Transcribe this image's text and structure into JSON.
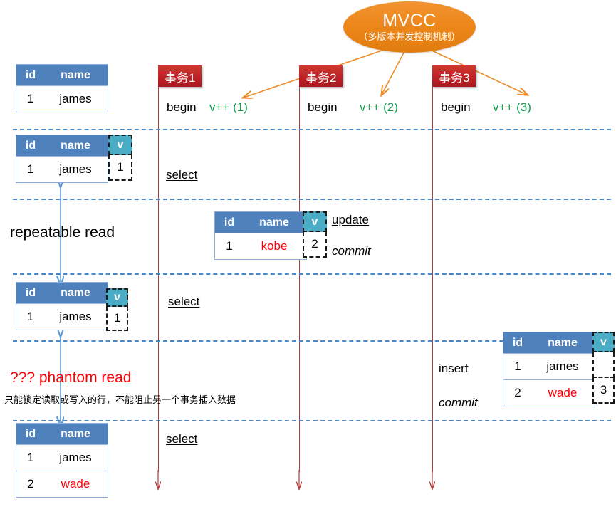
{
  "concept": {
    "title": "MVCC",
    "subtitle": "（多版本并发控制机制）",
    "color": "#ec8518"
  },
  "transactions": [
    {
      "chip": "事务1",
      "begin": "begin",
      "version_note": "v++ (1)"
    },
    {
      "chip": "事务2",
      "begin": "begin",
      "version_note": "v++ (2)"
    },
    {
      "chip": "事务3",
      "begin": "begin",
      "version_note": "v++ (3)"
    }
  ],
  "statements": {
    "t1_select_1": "select",
    "t1_select_2": "select",
    "t1_select_3": "select",
    "t2_update": "update",
    "t2_commit": "commit",
    "t3_insert": "insert",
    "t3_commit": "commit"
  },
  "annotations": {
    "repeatable_read": "repeatable read",
    "phantom_read": "??? phantom read",
    "phantom_note": "只能锁定读取或写入的行，不能阻止另一个事务插入数据",
    "phantom_color": "#fb0007"
  },
  "columns": {
    "id": "id",
    "name": "name",
    "v": "v"
  },
  "tables": [
    {
      "key": "t_initial",
      "has_v": false,
      "rows": [
        {
          "id": "1",
          "name": "james",
          "name_red": false,
          "v": ""
        }
      ]
    },
    {
      "key": "t_snapshot_1",
      "has_v": true,
      "rows": [
        {
          "id": "1",
          "name": "james",
          "name_red": false,
          "v": "1"
        }
      ]
    },
    {
      "key": "t_updated",
      "has_v": true,
      "rows": [
        {
          "id": "1",
          "name": "kobe",
          "name_red": true,
          "v": "2"
        }
      ]
    },
    {
      "key": "t_snapshot_2",
      "has_v": true,
      "rows": [
        {
          "id": "1",
          "name": "james",
          "name_red": false,
          "v": "1"
        }
      ]
    },
    {
      "key": "t_inserted",
      "has_v": true,
      "rows": [
        {
          "id": "1",
          "name": "james",
          "name_red": false,
          "v": ""
        },
        {
          "id": "2",
          "name": "wade",
          "name_red": true,
          "v": "3"
        }
      ]
    },
    {
      "key": "t_phantom_result",
      "has_v": false,
      "rows": [
        {
          "id": "1",
          "name": "james",
          "name_red": false,
          "v": ""
        },
        {
          "id": "2",
          "name": "wade",
          "name_red": true,
          "v": ""
        }
      ]
    }
  ],
  "colors": {
    "table_header": "#4f81bd",
    "v_header": "#4bacc6",
    "timeline": "#b23b3b",
    "separator": "#4a87c8",
    "arrow_blue": "#5b9bd5",
    "arrow_orange": "#ed8c28"
  }
}
